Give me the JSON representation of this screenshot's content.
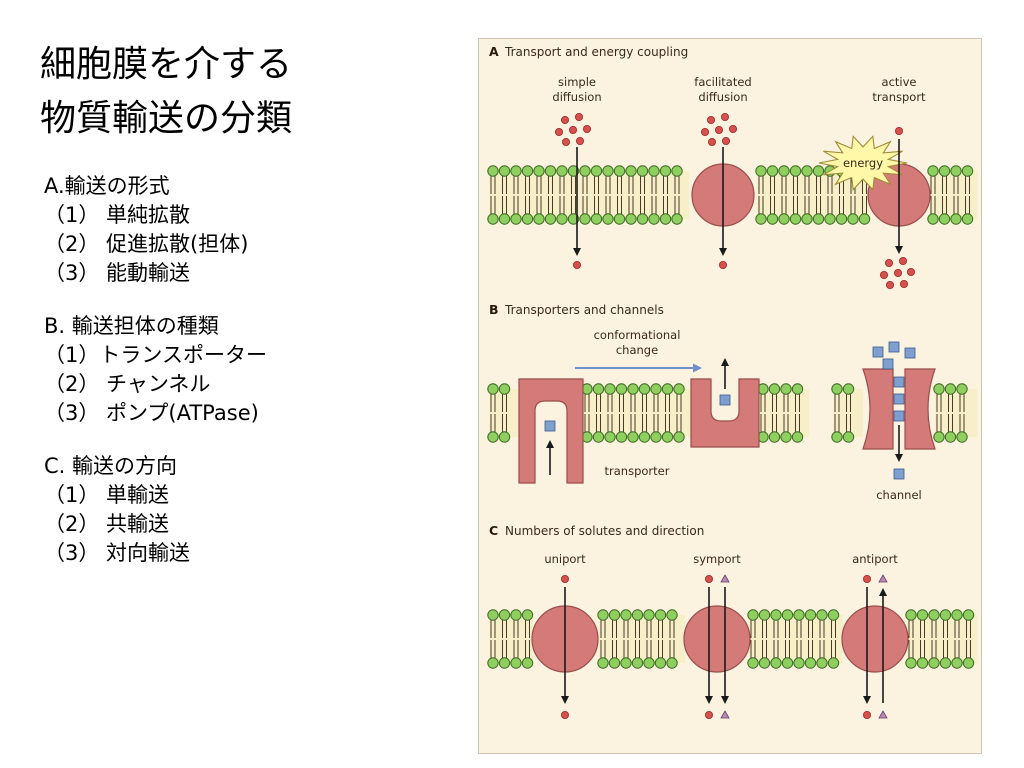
{
  "title": {
    "line1": "細胞膜を介する",
    "line2": "物質輸送の分類"
  },
  "outline": {
    "sectionA": {
      "heading": "A.輸送の形式",
      "items": [
        "（1） 単純拡散",
        "（2） 促進拡散(担体)",
        "（3） 能動輸送"
      ]
    },
    "sectionB": {
      "heading": "B. 輸送担体の種類",
      "items": [
        "（1）トランスポーター",
        "（2） チャンネル",
        "（3） ポンプ(ATPase)"
      ]
    },
    "sectionC": {
      "heading": "C. 輸送の方向",
      "items": [
        "（1） 単輸送",
        "（2） 共輸送",
        "（3） 対向輸送"
      ]
    }
  },
  "figure": {
    "panelA": {
      "letter": "A",
      "title": "Transport and energy coupling",
      "simple_1": "simple",
      "simple_2": "diffusion",
      "facilitated_1": "facilitated",
      "facilitated_2": "diffusion",
      "active_1": "active",
      "active_2": "transport",
      "energy": "energy"
    },
    "panelB": {
      "letter": "B",
      "title": "Transporters and channels",
      "conf_1": "conformational",
      "conf_2": "change",
      "transporter": "transporter",
      "channel": "channel"
    },
    "panelC": {
      "letter": "C",
      "title": "Numbers of solutes and direction",
      "uniport": "uniport",
      "symport": "symport",
      "antiport": "antiport"
    },
    "colors": {
      "background": "#fbf2df",
      "lipid_head": "#8fcf5f",
      "protein": "#d47a78",
      "solute": "#d8504e",
      "cube": "#7f9fd0",
      "triangle": "#b98ab8",
      "energy_burst": "#fff8a8",
      "arrow_blue": "#6f8fd0"
    }
  }
}
